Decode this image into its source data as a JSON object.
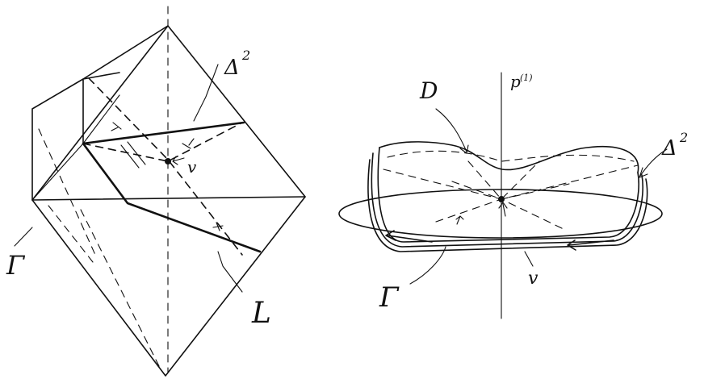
{
  "left_figure": {
    "labels": {
      "delta": "Δ",
      "delta_sup": "2",
      "gamma": "Γ",
      "v": "v",
      "L": "L"
    }
  },
  "right_figure": {
    "labels": {
      "D": "D",
      "p": "p",
      "p_sup": "(1)",
      "delta": "Δ",
      "delta_sup": "2",
      "gamma": "Γ",
      "v": "v"
    }
  }
}
